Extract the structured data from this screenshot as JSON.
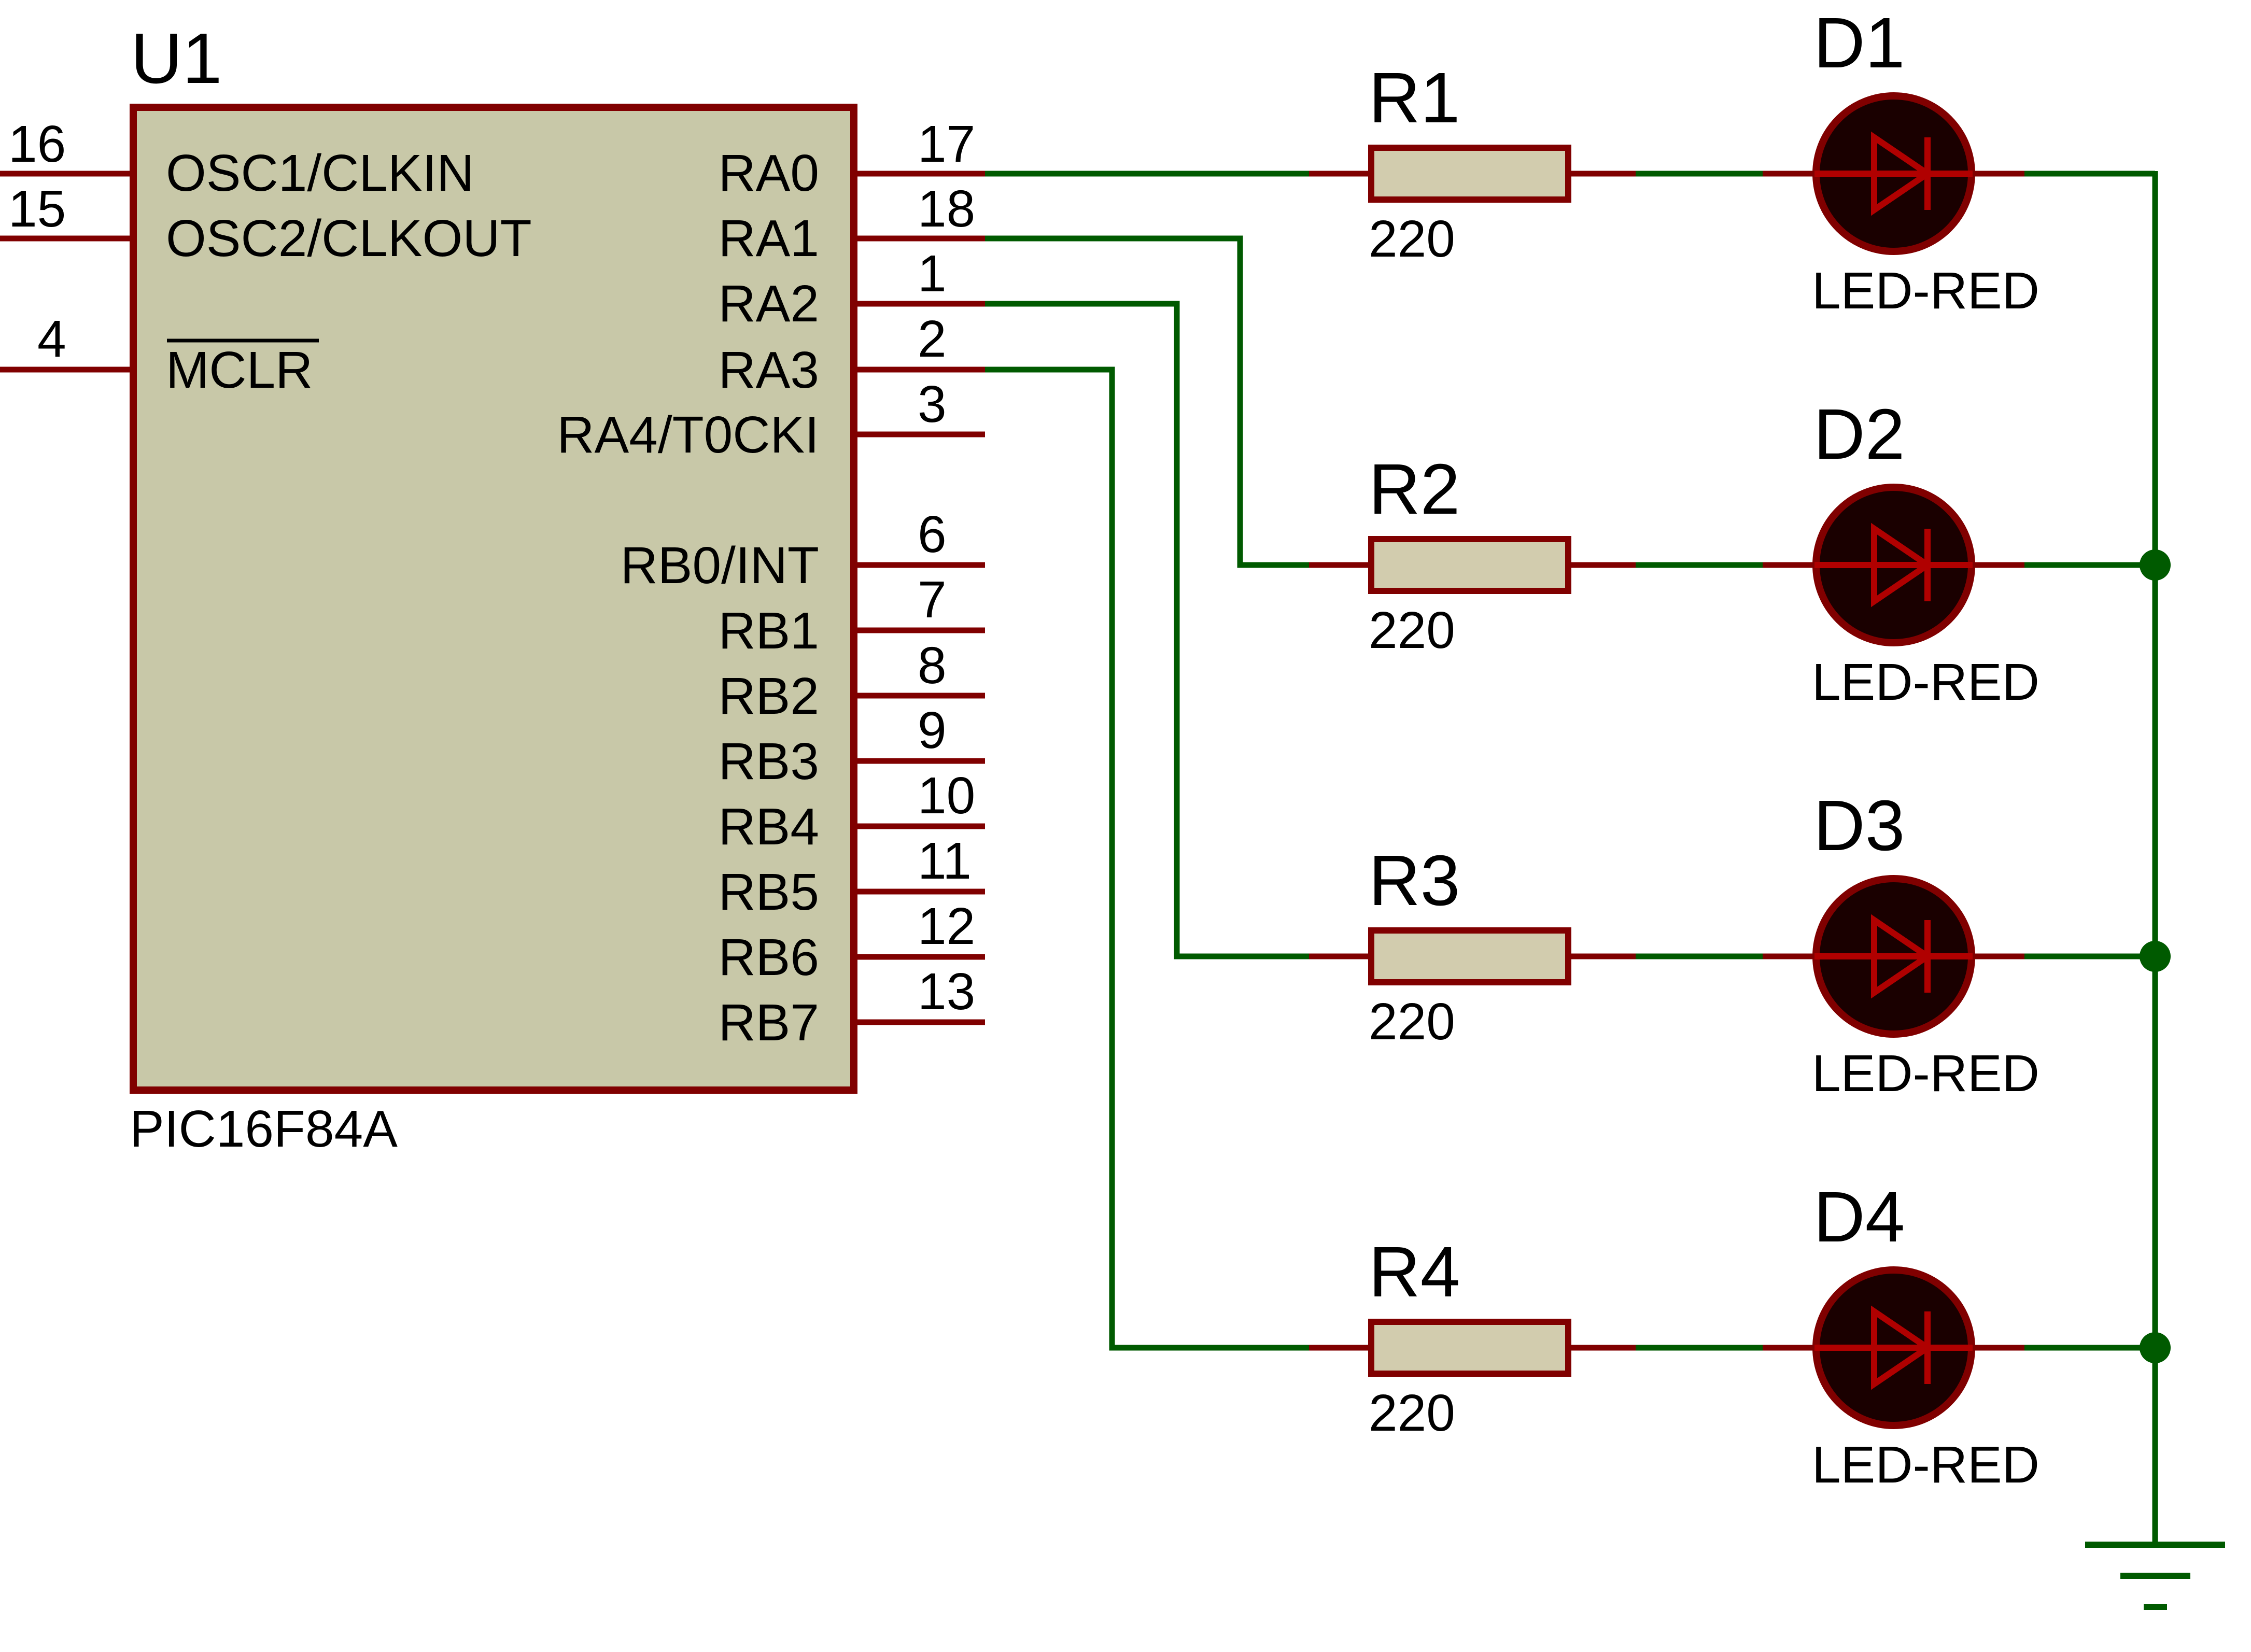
{
  "colors": {
    "wire": "#005a00",
    "pin": "#800000",
    "ic_body": "#c8c8a8",
    "ic_border": "#800000",
    "resistor_body": "#d2ccae",
    "led_body": "#1a0000",
    "led_symbol": "#b00000",
    "junction": "#005a00",
    "background": "#ffffff"
  },
  "ic": {
    "reference": "U1",
    "part": "PIC16F84A",
    "left_pins": [
      {
        "name": "OSC1/CLKIN",
        "number": "16"
      },
      {
        "name": "OSC2/CLKOUT",
        "number": "15"
      },
      {
        "name": "MCLR",
        "number": "4",
        "overbar": true
      }
    ],
    "right_pins": [
      {
        "name": "RA0",
        "number": "17"
      },
      {
        "name": "RA1",
        "number": "18"
      },
      {
        "name": "RA2",
        "number": "1"
      },
      {
        "name": "RA3",
        "number": "2"
      },
      {
        "name": "RA4/T0CKI",
        "number": "3"
      },
      {
        "name": "RB0/INT",
        "number": "6"
      },
      {
        "name": "RB1",
        "number": "7"
      },
      {
        "name": "RB2",
        "number": "8"
      },
      {
        "name": "RB3",
        "number": "9"
      },
      {
        "name": "RB4",
        "number": "10"
      },
      {
        "name": "RB5",
        "number": "11"
      },
      {
        "name": "RB6",
        "number": "12"
      },
      {
        "name": "RB7",
        "number": "13"
      }
    ]
  },
  "resistors": [
    {
      "reference": "R1",
      "value": "220"
    },
    {
      "reference": "R2",
      "value": "220"
    },
    {
      "reference": "R3",
      "value": "220"
    },
    {
      "reference": "R4",
      "value": "220"
    }
  ],
  "leds": [
    {
      "reference": "D1",
      "type": "LED-RED"
    },
    {
      "reference": "D2",
      "type": "LED-RED"
    },
    {
      "reference": "D3",
      "type": "LED-RED"
    },
    {
      "reference": "D4",
      "type": "LED-RED"
    }
  ],
  "ground": {
    "icon": "ground-symbol-icon"
  }
}
